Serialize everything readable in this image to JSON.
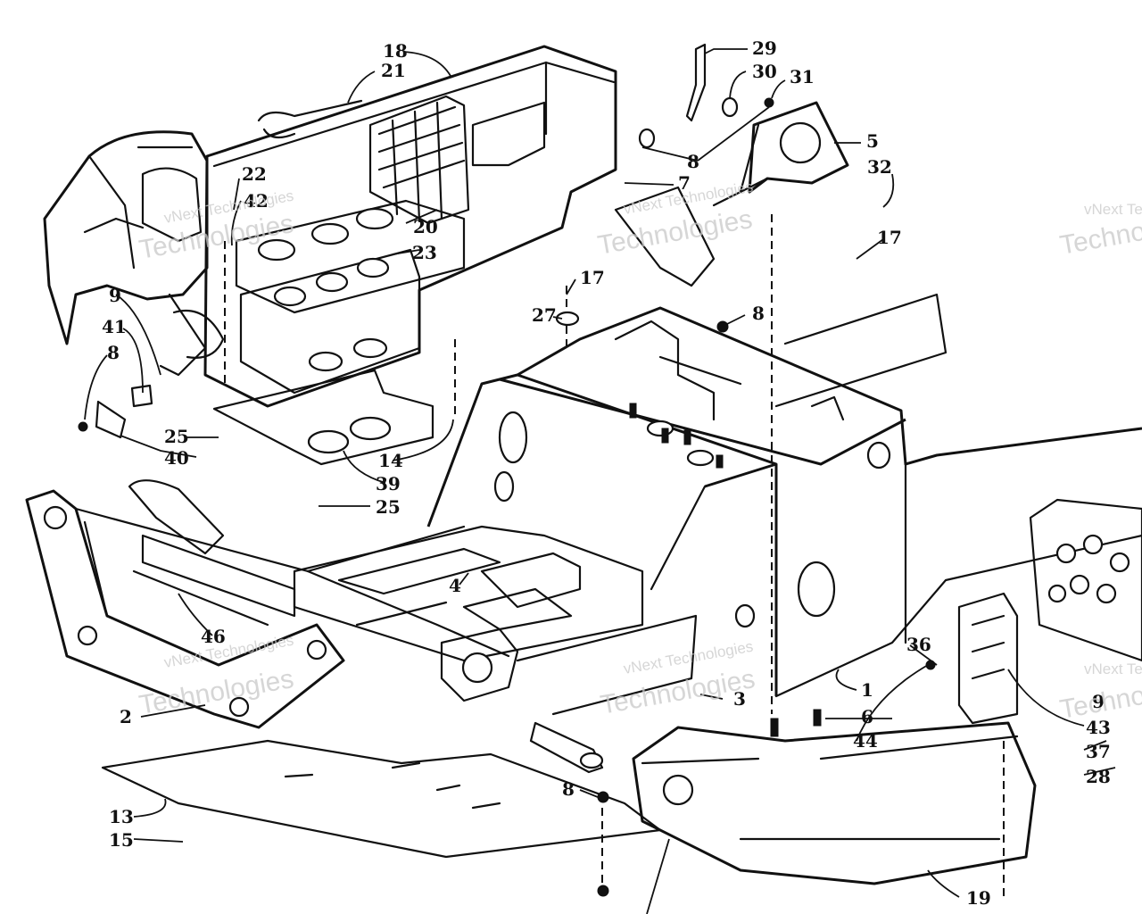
{
  "diagram": {
    "callouts": [
      {
        "id": "c18",
        "text": "18"
      },
      {
        "id": "c21",
        "text": "21"
      },
      {
        "id": "c29",
        "text": "29"
      },
      {
        "id": "c30",
        "text": "30"
      },
      {
        "id": "c31",
        "text": "31"
      },
      {
        "id": "c8a",
        "text": "8"
      },
      {
        "id": "c5",
        "text": "5"
      },
      {
        "id": "c32",
        "text": "32"
      },
      {
        "id": "c7",
        "text": "7"
      },
      {
        "id": "c22",
        "text": "22"
      },
      {
        "id": "c42",
        "text": "42"
      },
      {
        "id": "c20",
        "text": "20"
      },
      {
        "id": "c23",
        "text": "23"
      },
      {
        "id": "c17a",
        "text": "17"
      },
      {
        "id": "c17b",
        "text": "17"
      },
      {
        "id": "c27",
        "text": "27"
      },
      {
        "id": "c8b",
        "text": "8"
      },
      {
        "id": "c9",
        "text": "9"
      },
      {
        "id": "c41",
        "text": "41"
      },
      {
        "id": "c8c",
        "text": "8"
      },
      {
        "id": "c25a",
        "text": "25"
      },
      {
        "id": "c40",
        "text": "40"
      },
      {
        "id": "c14",
        "text": "14"
      },
      {
        "id": "c39",
        "text": "39"
      },
      {
        "id": "c25b",
        "text": "25"
      },
      {
        "id": "c4",
        "text": "4"
      },
      {
        "id": "c46",
        "text": "46"
      },
      {
        "id": "c2",
        "text": "2"
      },
      {
        "id": "c3",
        "text": "3"
      },
      {
        "id": "c1",
        "text": "1"
      },
      {
        "id": "c36",
        "text": "36"
      },
      {
        "id": "c6",
        "text": "6"
      },
      {
        "id": "c44",
        "text": "44"
      },
      {
        "id": "c43",
        "text": "43"
      },
      {
        "id": "c37",
        "text": "37"
      },
      {
        "id": "c28",
        "text": "28"
      },
      {
        "id": "c13",
        "text": "13"
      },
      {
        "id": "c15",
        "text": "15"
      },
      {
        "id": "c8d",
        "text": "8"
      },
      {
        "id": "c19",
        "text": "19"
      },
      {
        "id": "c9b",
        "text": "9"
      }
    ]
  },
  "watermarks": {
    "brand": "vNext Technologies",
    "word1": "vNext",
    "word2": "Technologies"
  }
}
